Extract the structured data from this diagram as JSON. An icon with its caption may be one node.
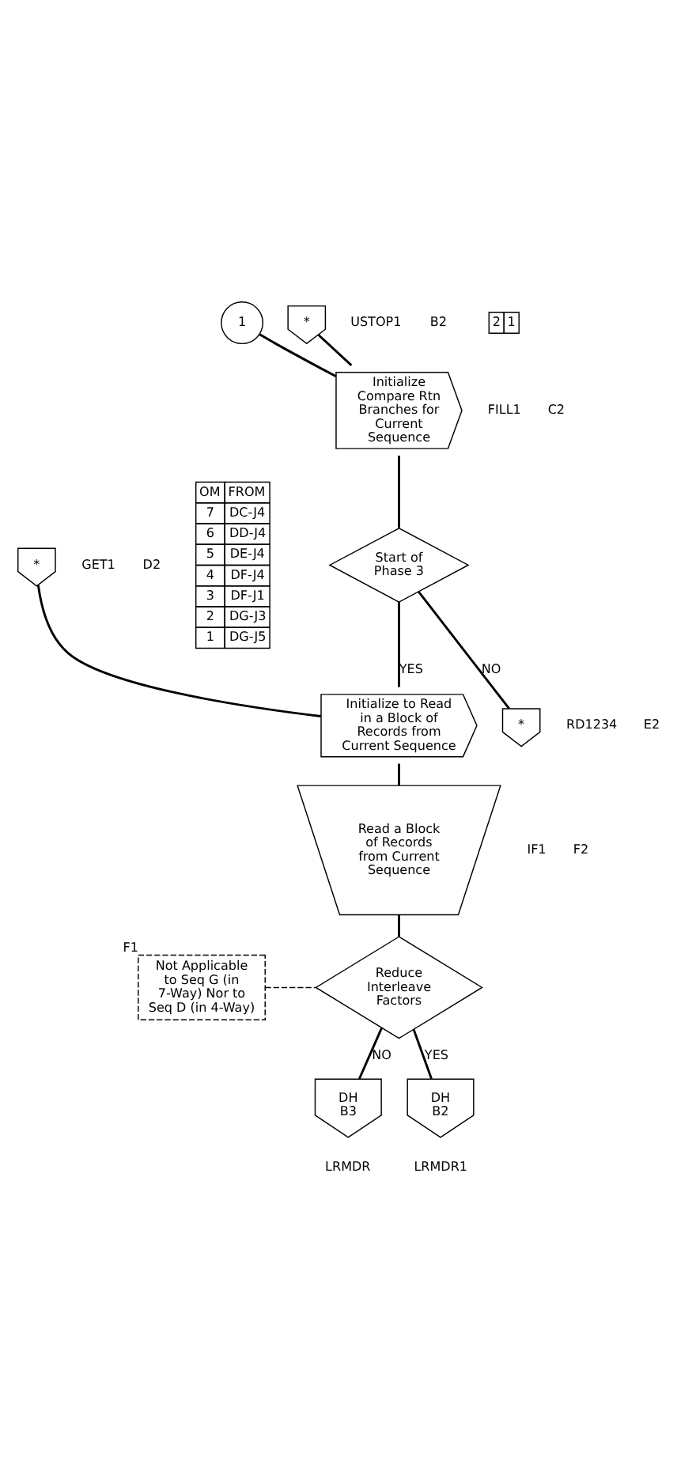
{
  "diagram": {
    "nodes": [
      {
        "text": [
          "1"
        ]
      },
      {
        "text": [
          "*"
        ]
      },
      {
        "text": [
          "Initialize Compare Rtn Branches for Current Sequence"
        ],
        "beside": [
          "USTOP1",
          "B2"
        ]
      },
      {
        "text": [
          "Start of Phase 3"
        ],
        "beside": [
          "FILL1",
          "C2"
        ]
      },
      {
        "text": [
          "*"
        ]
      },
      {
        "text": [
          "*"
        ]
      },
      {
        "text": [
          "Initialize to Read in a Block of Records from Current Sequence"
        ],
        "beside": [
          "GET1",
          "D2"
        ]
      },
      {
        "text": [
          "Read a Block of Records from Current Sequence"
        ],
        "beside": [
          "RD1234",
          "E2"
        ]
      },
      {
        "text": [
          "Not Applicable to Seq G (in 7-Way) Nor to Seq D (in 4-Way)"
        ],
        "beside": [
          "F1"
        ]
      },
      {
        "text": [
          "Reduce Interleave Factors"
        ],
        "beside": [
          "IF1",
          "F2"
        ]
      },
      {
        "text": [
          "DH B3"
        ],
        "beside": [
          "LRMDR"
        ]
      },
      {
        "text": [
          "DH B2"
        ],
        "beside": [
          "LRMDR1"
        ]
      }
    ],
    "edges": [
      {
        "from": 0,
        "to": 2,
        "arrow": "none"
      },
      {
        "from": 1,
        "to": 2,
        "arrow": "none"
      },
      {
        "from": 2,
        "to": 3,
        "arrow": "none"
      },
      {
        "from": 3,
        "to": 4,
        "arrow": "none",
        "label": "NO"
      },
      {
        "from": 3,
        "to": 6,
        "arrow": "none",
        "label": "YES"
      },
      {
        "from": 5,
        "to": 6,
        "arrow": "none"
      },
      {
        "from": 6,
        "to": 7,
        "arrow": "none"
      },
      {
        "from": 7,
        "to": 9,
        "arrow": "none"
      },
      {
        "from": 8,
        "to": 9,
        "arrow": "none",
        "style": "dashed"
      },
      {
        "from": 9,
        "to": 10,
        "arrow": "none",
        "label": "NO"
      },
      {
        "from": 9,
        "to": 11,
        "arrow": "none",
        "label": "YES"
      }
    ],
    "labels": [
      "2",
      "1",
      "OM",
      "FROM",
      "7",
      "DC-J4",
      "6",
      "DD-J4",
      "5",
      "DE-J4",
      "4",
      "DF-J4",
      "3",
      "DF-J1",
      "2",
      "DG-J3",
      "1",
      "DG-J5"
    ]
  }
}
